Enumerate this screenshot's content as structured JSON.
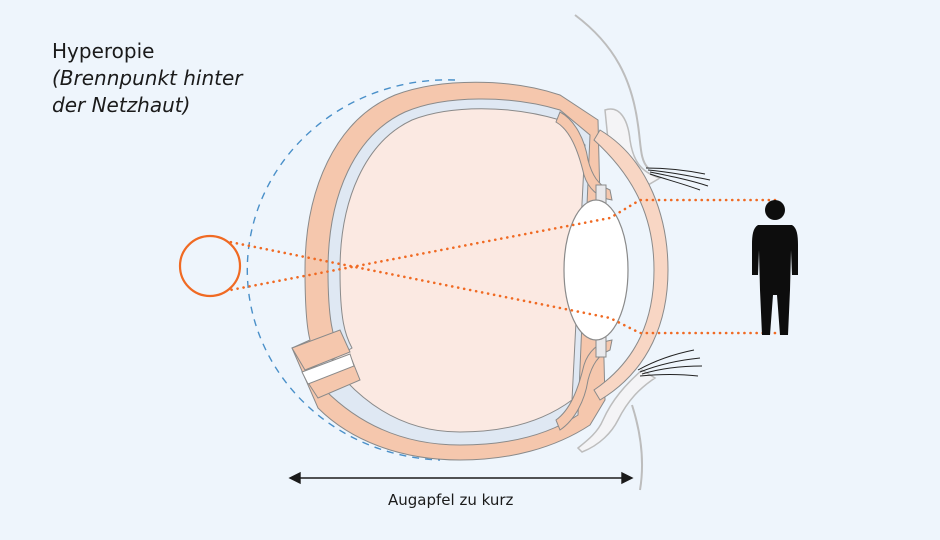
{
  "title": {
    "main": "Hyperopie",
    "sub_line1": "(Brennpunkt hinter",
    "sub_line2": "der Netzhaut)"
  },
  "measure_label": "Augapfel zu kurz",
  "colors": {
    "background": "#eef5fc",
    "sclera": "#f5c7ad",
    "eye_inner": "#fbe9e2",
    "ray": "#f06a23",
    "dashed_outline": "#4a90c9",
    "figure": "#0d0d0d"
  },
  "icons": [
    "standing-person-icon",
    "inverted-person-icon"
  ]
}
